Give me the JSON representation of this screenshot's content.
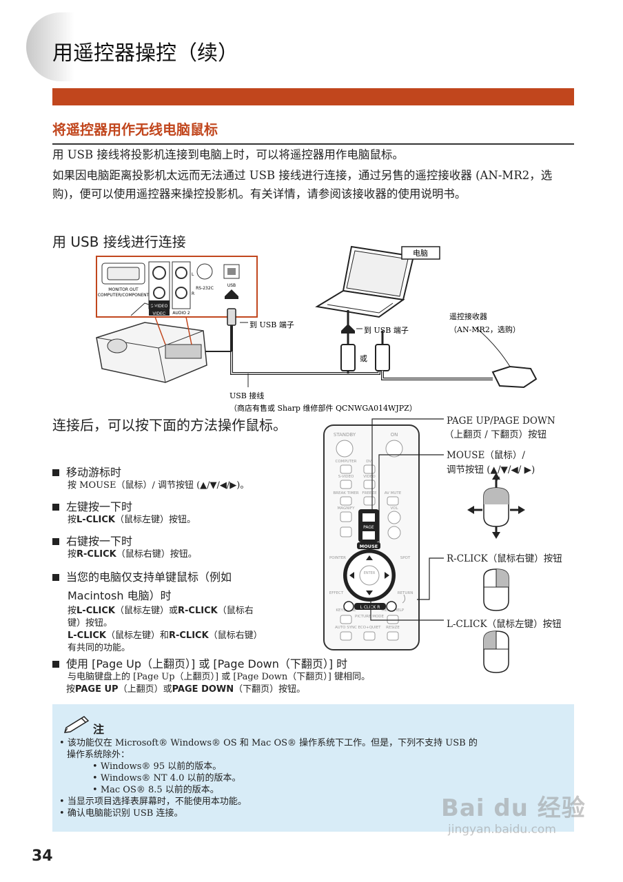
{
  "page": {
    "title": "用遥控器操控（续）",
    "section_title": "将遥控器用作无线电脑鼠标",
    "para1": "用 USB 接线将投影机连接到电脑上时，可以将遥控器用作电脑鼠标。",
    "para2": "如果因电脑距离投影机太远而无法通过 USB 接线进行连接，通过另售的遥控接收器 (AN-MR2，选购)，便可以使用遥控器来操控投影机。有关详情，请参阅该接收器的使用说明书。",
    "usb_heading": "用 USB 接线进行连接",
    "after_heading": "连接后，可以按下面的方法操作鼠标。",
    "page_number": "34"
  },
  "diagram": {
    "computer_label": "电脑",
    "to_usb_terminal_1": "到 USB 端子",
    "to_usb_terminal_2": "到 USB 端子",
    "or_label": "或",
    "receiver_label_1": "遥控接收器",
    "receiver_label_2": "（AN-MR2，选购）",
    "usb_cable_1": "USB 接线",
    "usb_cable_2": "（商店有售或 Sharp 维修部件 QCNWGA014WJPZ）",
    "panel_monitor_out": "MONITOR OUT",
    "panel_computer_component": "COMPUTER/COMPONENT",
    "panel_s_video": "S-VIDEO",
    "panel_video": "VIDEO",
    "panel_audio2": "AUDIO 2",
    "panel_rs232c": "RS-232C",
    "panel_usb": "USB",
    "panel_l": "L",
    "panel_r": "R"
  },
  "bullets": [
    {
      "title": "移动游标时",
      "body": "按 MOUSE（鼠标）/ 调节按钮 (▲/▼/◀/▶)。"
    },
    {
      "title": "左键按一下时",
      "body_prefix": "按",
      "body_key": "L-CLICK",
      "body_suffix": "（鼠标左键）按钮。"
    },
    {
      "title": "右键按一下时",
      "body_prefix": "按",
      "body_key": "R-CLICK",
      "body_suffix": "（鼠标右键）按钮。"
    },
    {
      "title_line1": "当您的电脑仅支持单键鼠标（例如",
      "title_line2": "Macintosh 电脑）时",
      "line1_prefix": "按",
      "line1_key1": "L-CLICK",
      "line1_mid": "（鼠标左键）或",
      "line1_key2": "R-CLICK",
      "line1_suffix": "（鼠标右",
      "line2": "键）按钮。",
      "line3_key1": "L-CLICK",
      "line3_mid": "（鼠标左键）和",
      "line3_key2": "R-CLICK",
      "line3_suffix": "（鼠标右键）",
      "line4": "有共同的功能。"
    },
    {
      "title": "使用 [Page Up（上翻页）] 或 [Page Down（下翻页）] 时",
      "line1": "与电脑键盘上的 [Page Up（上翻页）] 或 [Page Down（下翻页）] 键相同。",
      "line2_prefix": "按",
      "line2_key1": "PAGE UP",
      "line2_mid": "（上翻页）或",
      "line2_key2": "PAGE DOWN",
      "line2_suffix": "（下翻页）按钮。"
    }
  ],
  "callouts": {
    "page_updown_1": "PAGE UP/PAGE DOWN",
    "page_updown_2": "（上翻页 / 下翻页）按钮",
    "mouse_1": "MOUSE（鼠标）/",
    "mouse_2": "调节按钮 (▲/▼/◀/ ▶)",
    "r_click": "R-CLICK（鼠标右键）按钮",
    "l_click": "L-CLICK（鼠标左键）按钮"
  },
  "remote": {
    "standby": "STANDBY",
    "on": "ON",
    "computer": "COMPUTER",
    "dvi": "DVI",
    "s_video": "S-VIDEO",
    "video": "VIDEO",
    "break_timer": "BREAK TIMER",
    "freeze": "FREEZE",
    "av_mute": "AV MUTE",
    "magnify": "MAGNIFY",
    "vol": "VOL",
    "page": "PAGE",
    "mouse": "MOUSE",
    "pointer": "POINTER",
    "spot": "SPOT",
    "enter": "ENTER",
    "effect": "EFFECT",
    "return": "RETURN",
    "keystone": "KEYSTONE",
    "lr_click": "L CLICK R",
    "menu_help": "MENU/HELP",
    "picture_mode": "PICTURE MODE",
    "auto_sync": "AUTO SYNC",
    "eco_quiet": "ECO+QUIET",
    "resize": "RESIZE"
  },
  "note": {
    "title": "注",
    "items": [
      "该功能仅在 Microsoft® Windows® OS 和 Mac OS® 操作系统下工作。但是，下列不支持 USB 的",
      "操作系统除外：",
      "Windows® 95 以前的版本。",
      "Windows® NT 4.0 以前的版本。",
      "Mac OS® 8.5 以前的版本。",
      "当显示项目选择表屏幕时，不能使用本功能。",
      "确认电脑能识别 USB 连接。"
    ]
  },
  "watermark": {
    "brand": "Bai du 经验",
    "url": "jingyan.baidu.com"
  }
}
